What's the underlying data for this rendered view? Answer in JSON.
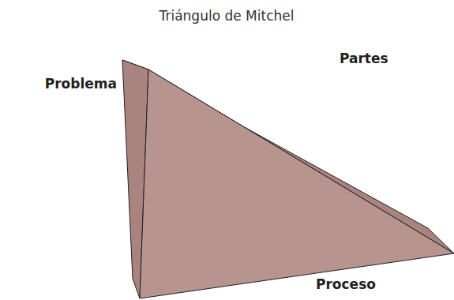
{
  "diagram": {
    "title": "Triángulo de Mitchel",
    "labels": [
      "Partes",
      "Problema",
      "Proceso"
    ]
  }
}
